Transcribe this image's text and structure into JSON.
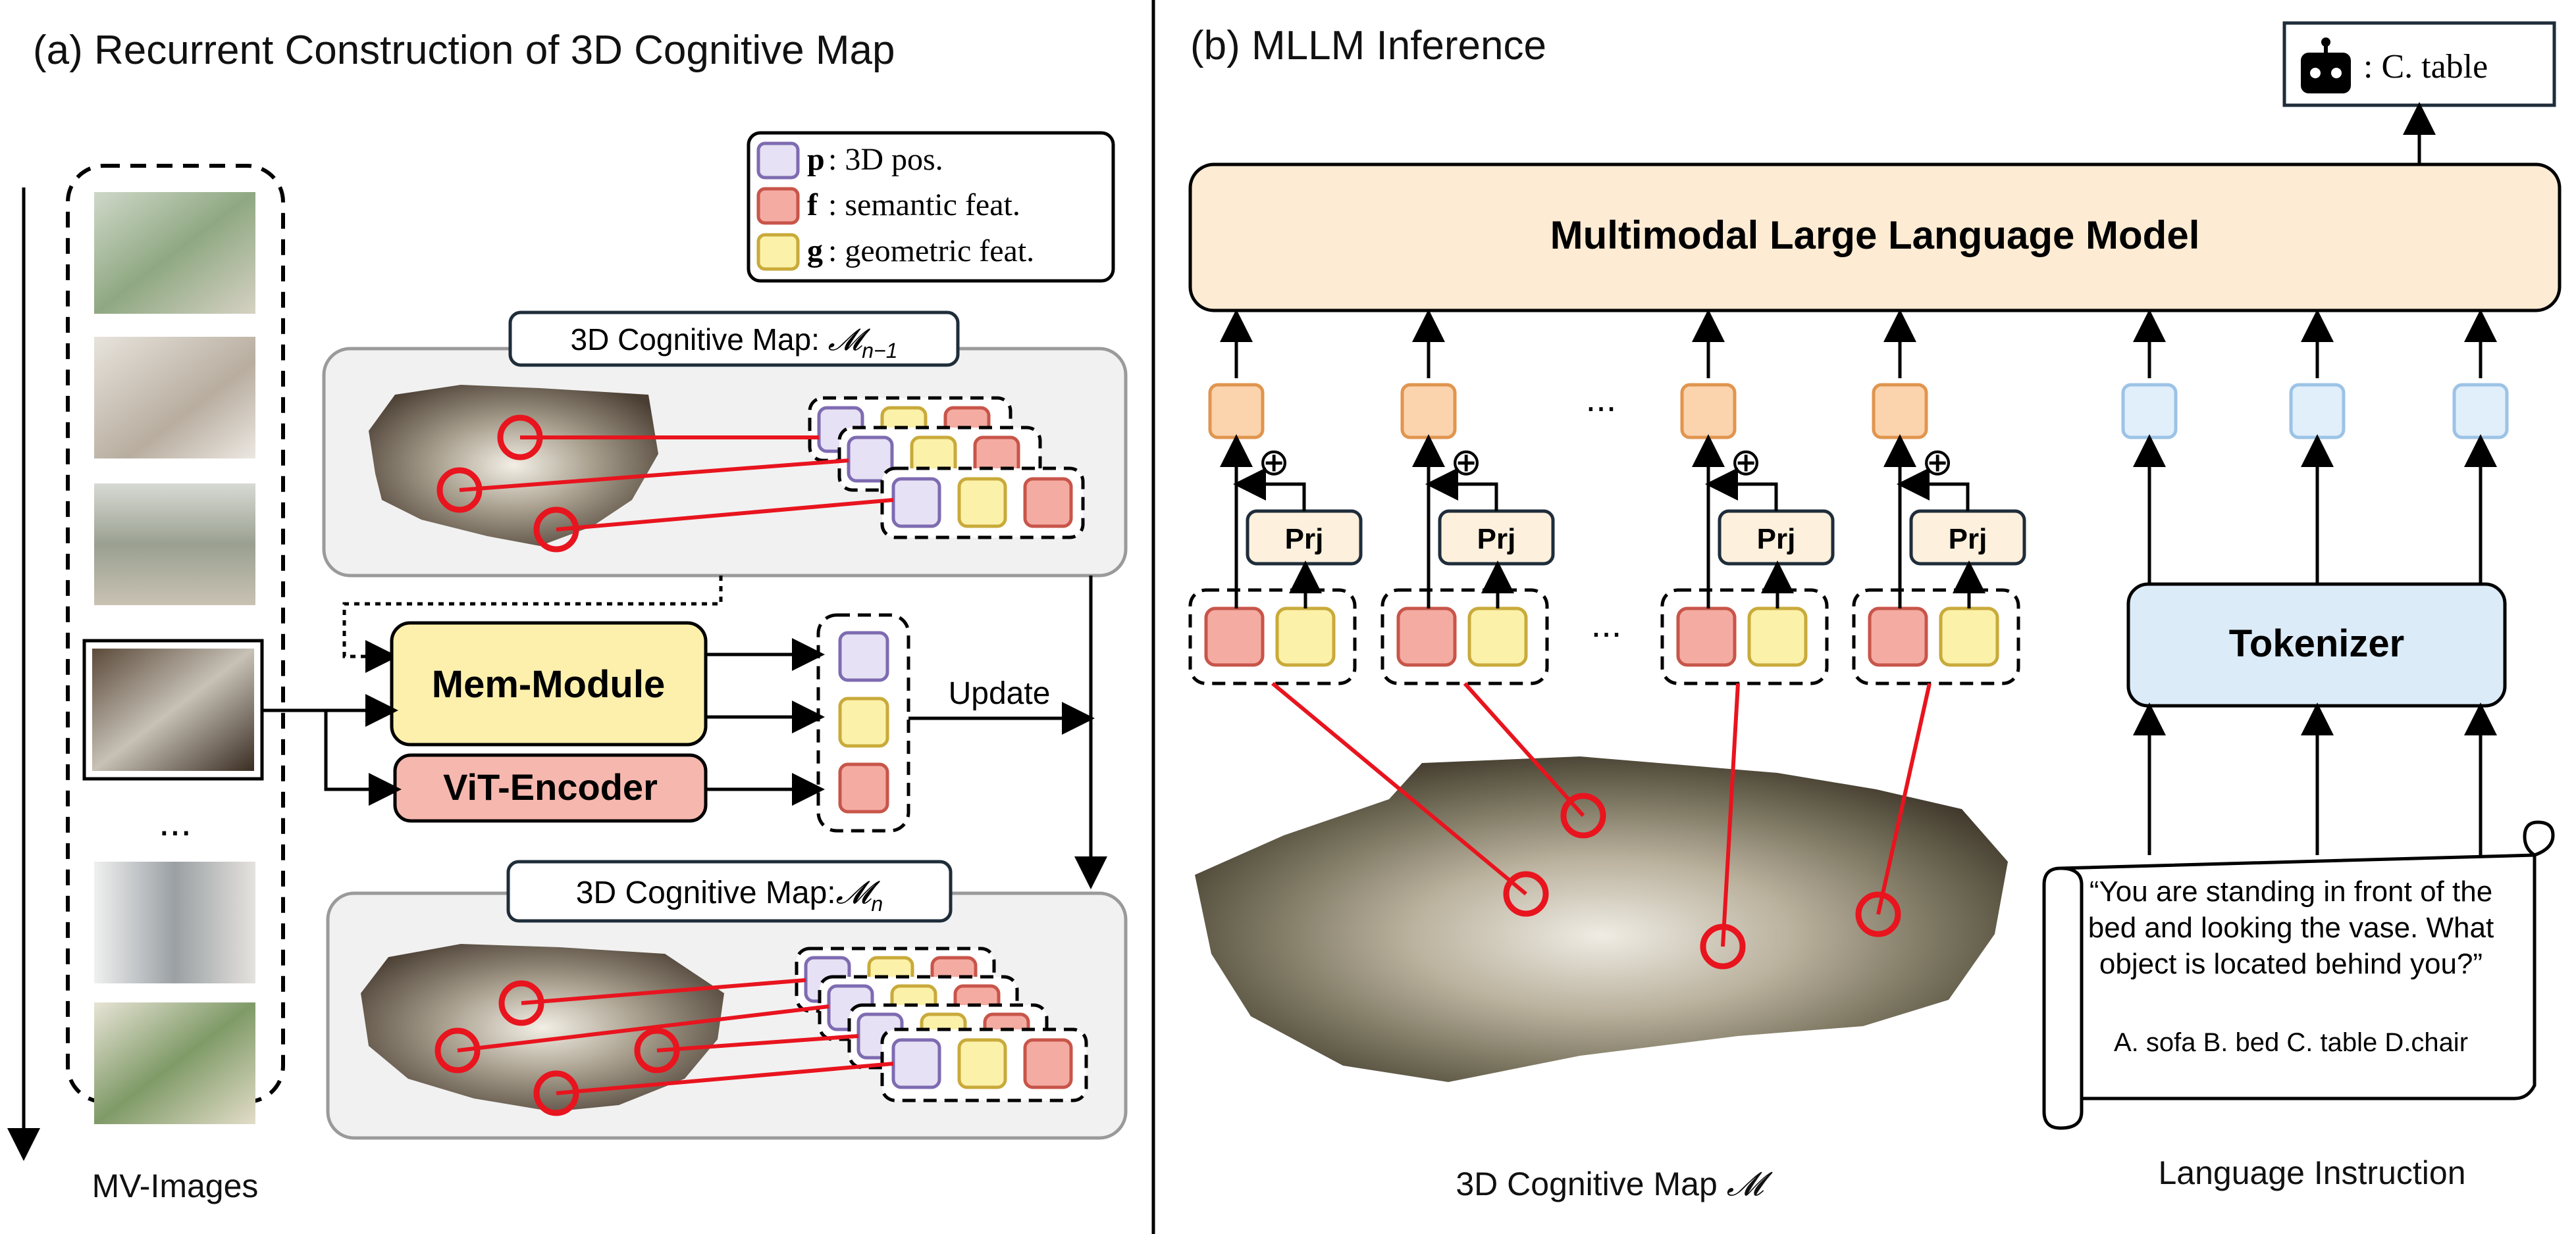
{
  "panel_a": {
    "title": "(a) Recurrent Construction of 3D Cognitive Map",
    "legend": [
      {
        "symbol": "p",
        "label": ": 3D pos.",
        "color": "#E6E1F4",
        "stroke": "#7E6BB1"
      },
      {
        "symbol": "f",
        "label": ": semantic feat.",
        "color": "#F4ABA2",
        "stroke": "#C8554A"
      },
      {
        "symbol": "g",
        "label": ": geometric feat.",
        "color": "#FCF1A9",
        "stroke": "#C9AA3A"
      }
    ],
    "map_prev_label": "3D Cognitive Map: ",
    "map_prev_symbol": "𝓜",
    "map_prev_sub": "n−1",
    "map_curr_label": "3D Cognitive Map:",
    "map_curr_symbol": "𝓜",
    "map_curr_sub": "n",
    "mem_module": "Mem-Module",
    "vit_encoder": "ViT-Encoder",
    "update": "Update",
    "ellipsis": "...",
    "mv_images": "MV-Images"
  },
  "panel_b": {
    "title": "(b) MLLM Inference",
    "output": ": C. table",
    "mllm": "Multimodal Large Language Model",
    "prj": "Prj",
    "oplus": "⊕",
    "ellipsis": "...",
    "tokenizer": "Tokenizer",
    "instruction_lines": [
      "“You are standing in front of the",
      "bed and looking the vase. What",
      "object is located behind you?”"
    ],
    "options": "A. sofa B. bed C. table D.chair",
    "map_label": "3D Cognitive Map ",
    "map_symbol": "𝓜",
    "language_label": "Language Instruction"
  },
  "colors": {
    "red": "#E8141E",
    "mem_fill": "#FDF0AC",
    "vit_fill": "#F6B7AE",
    "mllm_fill": "#FDEBD3",
    "tokenizer_fill": "#DCEBF8",
    "orange_token": "#FBD4AE",
    "blue_token": "#E1EFFB",
    "map_panel": "#F1F1F1"
  }
}
